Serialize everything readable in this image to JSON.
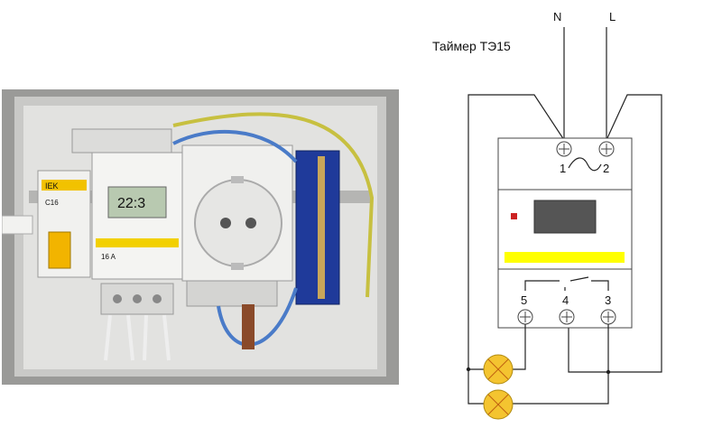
{
  "photo": {
    "breaker_brand": "IEK",
    "breaker_rating": "C16",
    "timer_display": "22:3",
    "timer_rating": "16 A"
  },
  "diagram": {
    "title": "Таймер ТЭ15",
    "supply_labels": {
      "neutral": "N",
      "line": "L"
    },
    "terminal_labels": {
      "t1": "1",
      "t2": "2",
      "t3": "3",
      "t4": "4",
      "t5": "5"
    },
    "colors": {
      "wire": "#222222",
      "lamp": "#f4c430",
      "status_bar": "#ffff00",
      "indicator": "#cc2222",
      "display": "#555555"
    }
  }
}
